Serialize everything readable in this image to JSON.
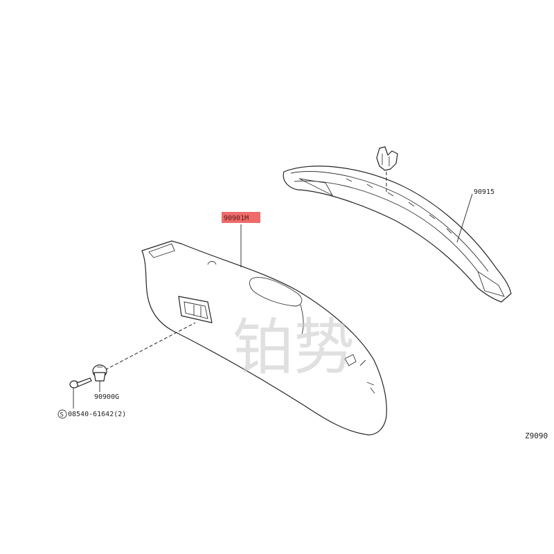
{
  "labels": {
    "trim_panel": "90901M",
    "finisher": "90915",
    "clip": "90900G",
    "screw_prefix": "S",
    "screw": "08540-61642(2)",
    "diagram_code": "Z9090"
  },
  "watermark": "铂势",
  "colors": {
    "highlight": "#ee6b6b",
    "line": "#222222",
    "watermark": "#c8c8c8"
  }
}
